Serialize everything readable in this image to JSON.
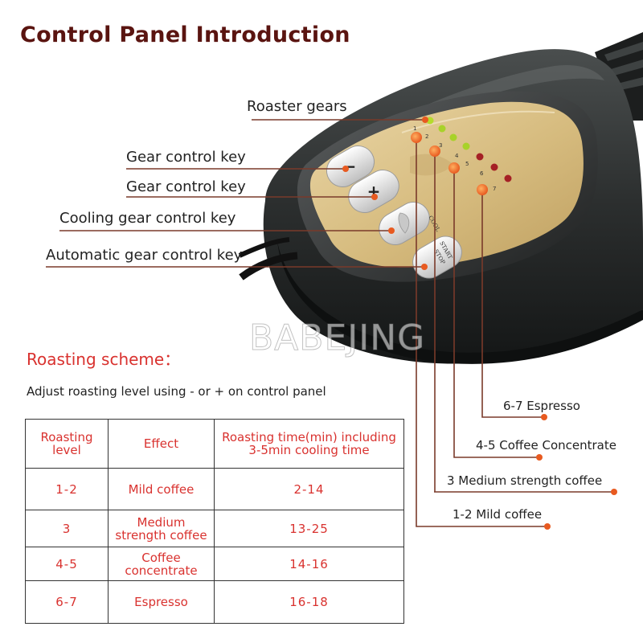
{
  "title": "Control Panel Introduction",
  "callouts": {
    "roaster_gears": "Roaster gears",
    "gear_key_minus": "Gear control key",
    "gear_key_plus": "Gear control key",
    "cooling_key": "Cooling gear control key",
    "auto_key": "Automatic gear control key"
  },
  "panel": {
    "minus_symbol": "−",
    "plus_symbol": "+",
    "cool_label": "COOL",
    "start_label": "START",
    "stop_label": "STOP",
    "gear_numbers": [
      "1",
      "2",
      "3",
      "4",
      "5",
      "6",
      "7"
    ]
  },
  "watermark": "BABEJING",
  "scheme": {
    "title": "Roasting scheme：",
    "description": "Adjust roasting level using - or + on control panel",
    "table": {
      "headers": [
        "Roasting level",
        "Effect",
        "Roasting time(min) including 3-5min cooling time"
      ],
      "rows": [
        [
          "1-2",
          "Mild coffee",
          "2-14"
        ],
        [
          "3",
          "Medium strength coffee",
          "13-25"
        ],
        [
          "4-5",
          "Coffee concentrate",
          "14-16"
        ],
        [
          "6-7",
          "Espresso",
          "16-18"
        ]
      ]
    }
  },
  "level_labels": [
    "6-7 Espresso",
    "4-5 Coffee Concentrate",
    "3 Medium strength coffee",
    "1-2 Mild coffee"
  ],
  "colors": {
    "title": "#5a1410",
    "accent_red": "#d9322f",
    "leader_line": "#7a3a2a",
    "marker_orange": "#ee6a2a",
    "led_green": "#a8d22a",
    "led_red": "#c0262a",
    "panel_gold": "#d9bf83",
    "device_body": "#2a2c2c"
  }
}
